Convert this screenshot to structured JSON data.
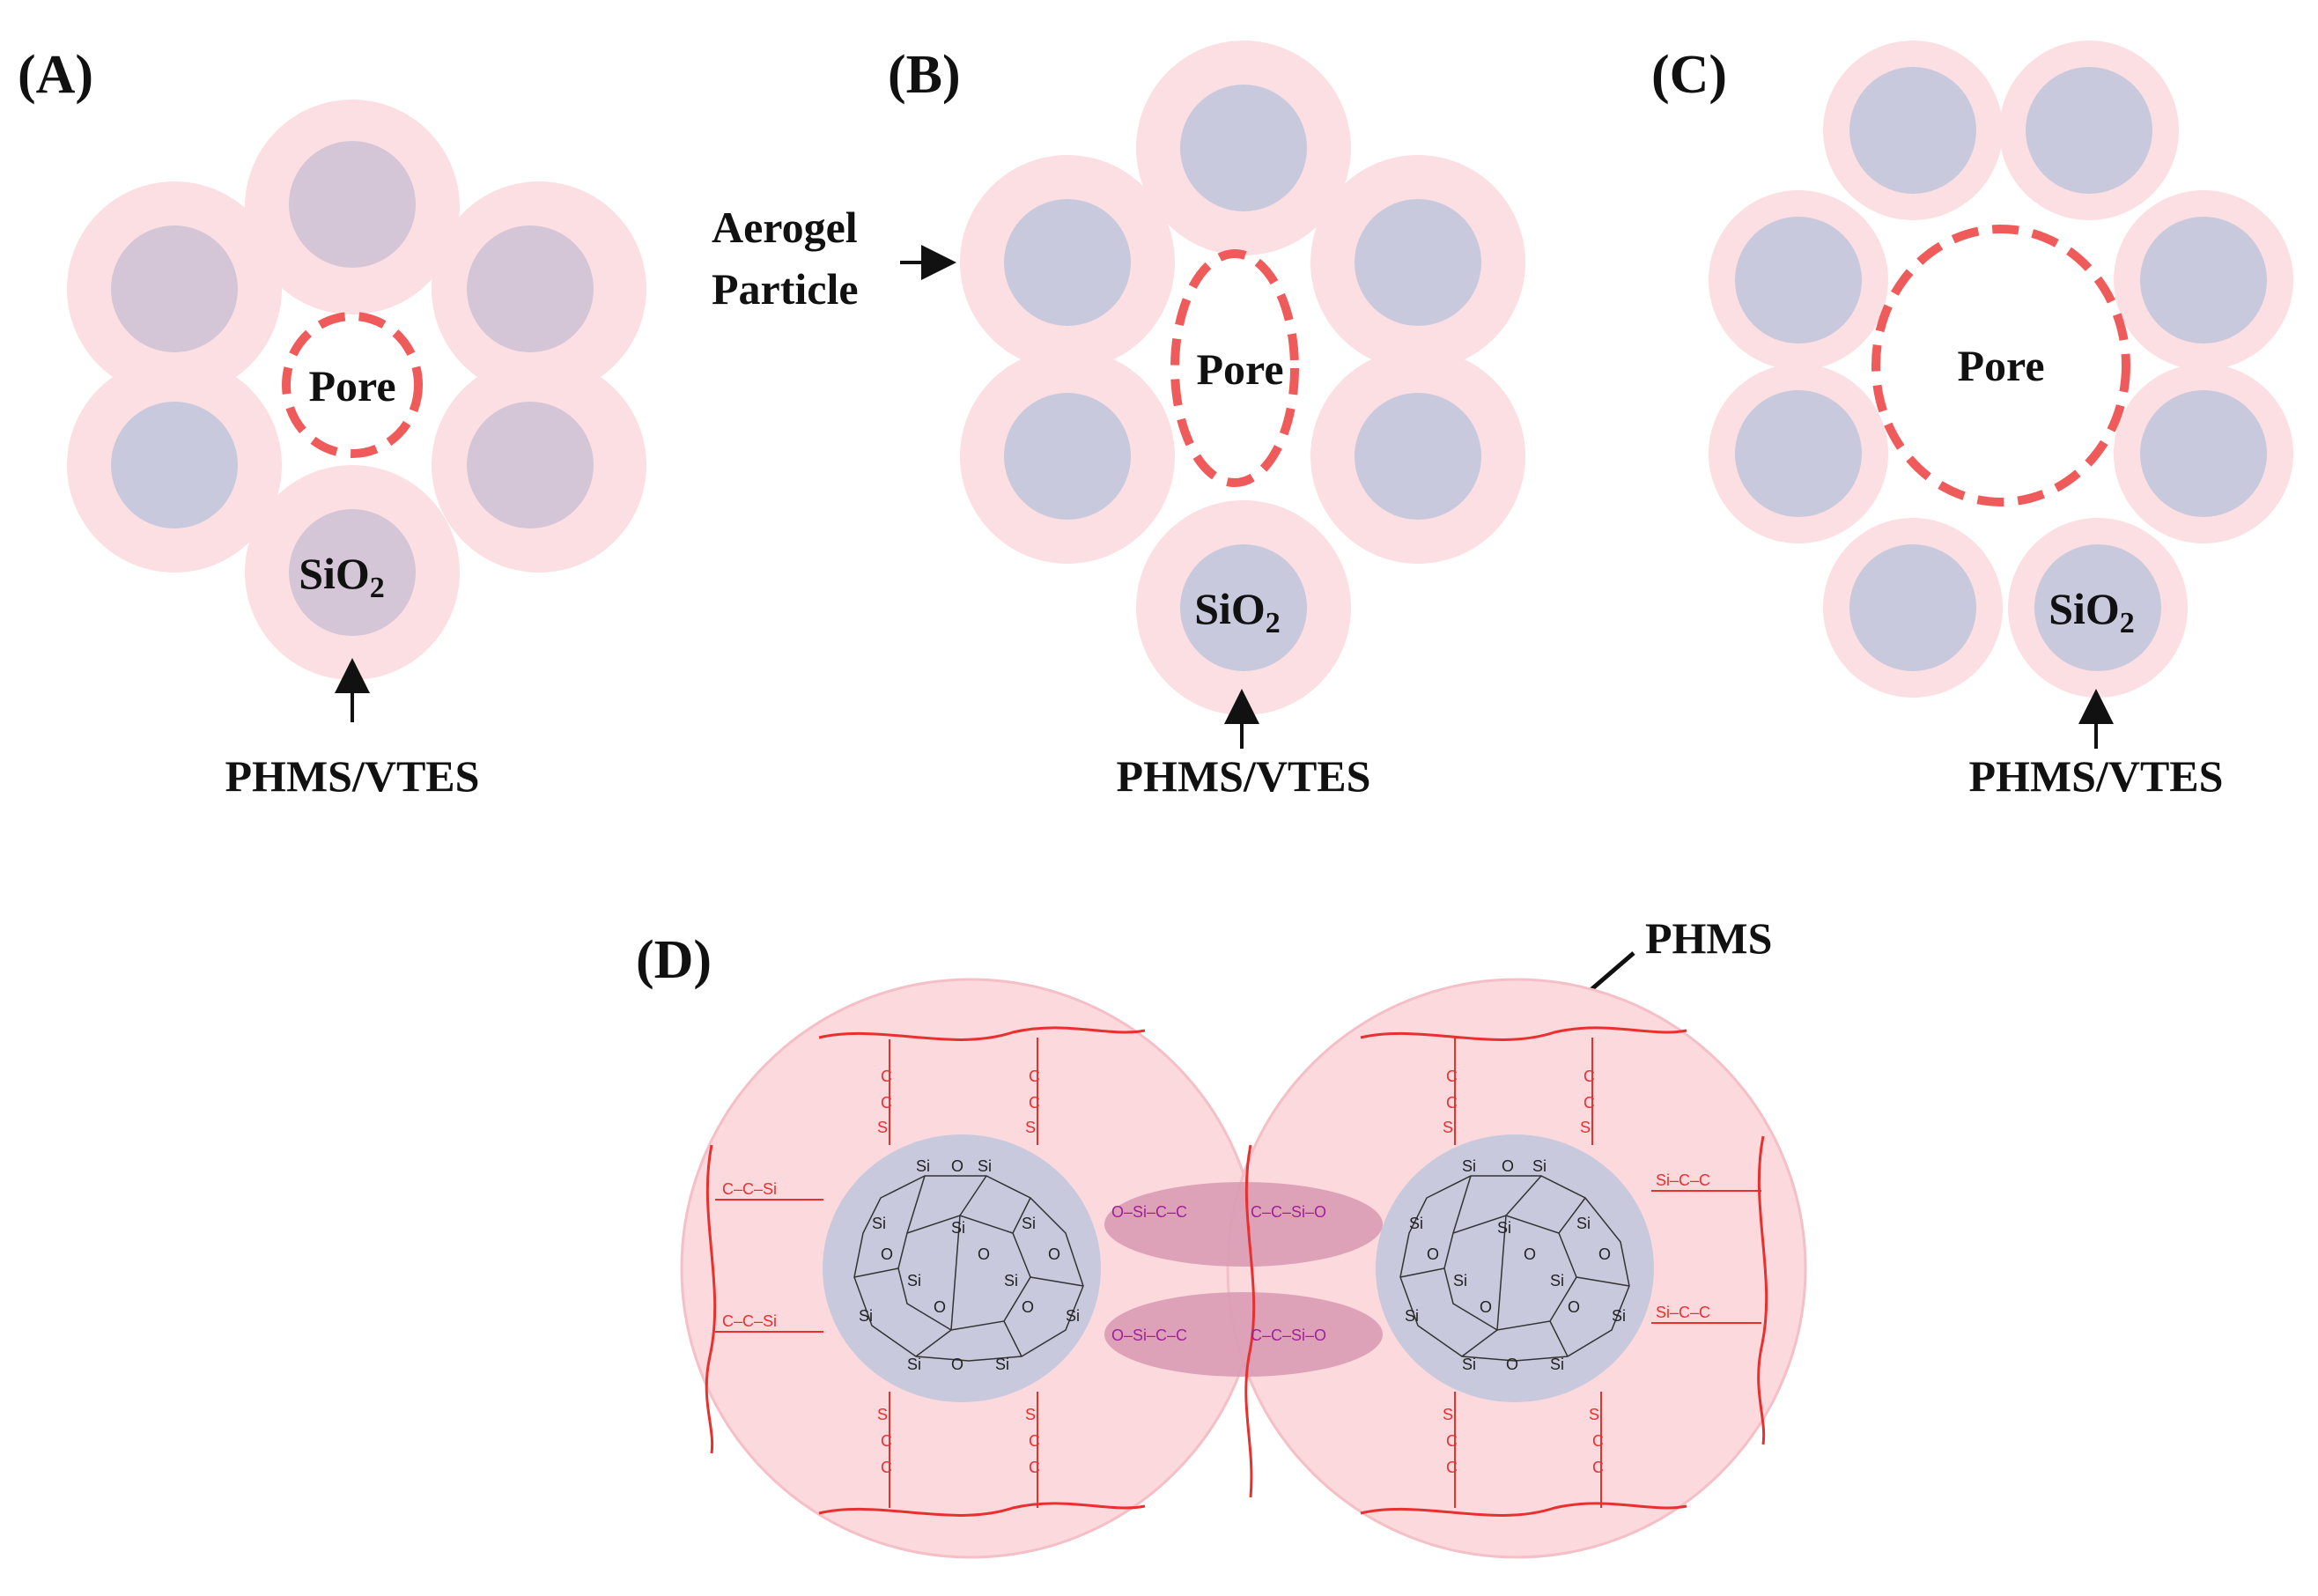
{
  "panels": {
    "a": {
      "label": "(A)",
      "pore": "Pore",
      "sio2": "SiO",
      "sio2_sub": "2",
      "shell_label": "PHMS/VTES"
    },
    "b": {
      "label": "(B)",
      "pore": "Pore",
      "sio2": "SiO",
      "sio2_sub": "2",
      "shell_label": "PHMS/VTES",
      "particle_label_line1": "Aerogel",
      "particle_label_line2": "Particle"
    },
    "c": {
      "label": "(C)",
      "pore": "Pore",
      "sio2": "SiO",
      "sio2_sub": "2",
      "shell_label": "PHMS/VTES"
    },
    "d": {
      "label": "(D)",
      "polymer_label": "PHMS"
    }
  },
  "chem": {
    "si": "Si",
    "o": "O",
    "c": "C",
    "link_left": "O–Si–C–C",
    "link_right": "C–C–Si–O",
    "side_chain": "C–C–Si",
    "side_chain_r": "Si–C–C"
  },
  "colors": {
    "shell": "#fcdfe2",
    "shell_d": "#fcd9dd",
    "core": "#c8c9dc",
    "core_a": "#d4c6d6",
    "pore_outline": "#ef5a5a",
    "red_chem": "#e8302f",
    "purple_chem": "#a0209a",
    "purple_blob": "#d99bb4",
    "text": "#111111"
  }
}
